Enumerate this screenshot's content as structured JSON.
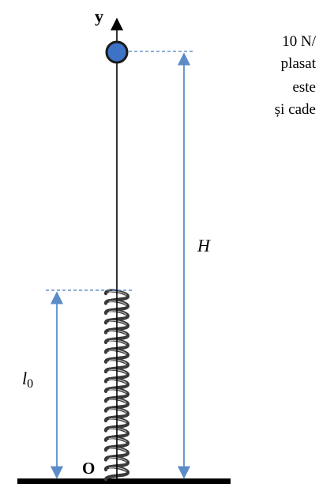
{
  "axis": {
    "y_label": "y",
    "origin_label": "O"
  },
  "labels": {
    "height": "H",
    "rest_length_symbol": "l",
    "rest_length_subscript": "0"
  },
  "side_text": [
    "10 N/",
    "plasat",
    "este",
    "și cade"
  ],
  "colors": {
    "ball_fill": "#3d73c4",
    "ball_outline": "#1a1a1a",
    "dimension_line": "#5b8cc8",
    "dashed_line": "#4a7dc0",
    "spring": "#3a3a3a",
    "ground": "#000000"
  }
}
